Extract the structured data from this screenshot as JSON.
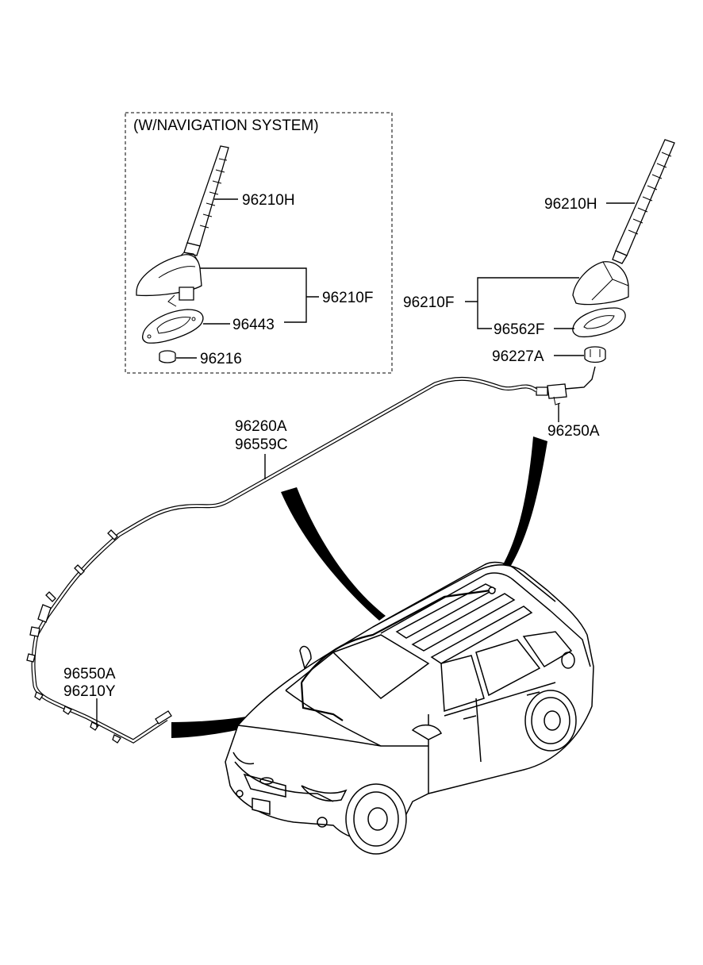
{
  "diagram": {
    "inset_title": "(W/NAVIGATION SYSTEM)",
    "labels": {
      "nav_antenna_rod": "96210H",
      "nav_antenna_assy": "96210F",
      "nav_base_pad": "96443",
      "nav_nut": "96216",
      "std_antenna_rod": "96210H",
      "std_antenna_assy": "96210F",
      "std_gasket": "96562F",
      "std_nut": "96227A",
      "feeder_cable": "96250A",
      "roof_cable_1": "96260A",
      "roof_cable_2": "96559C",
      "front_cable_1": "96550A",
      "front_cable_2": "96210Y"
    }
  }
}
